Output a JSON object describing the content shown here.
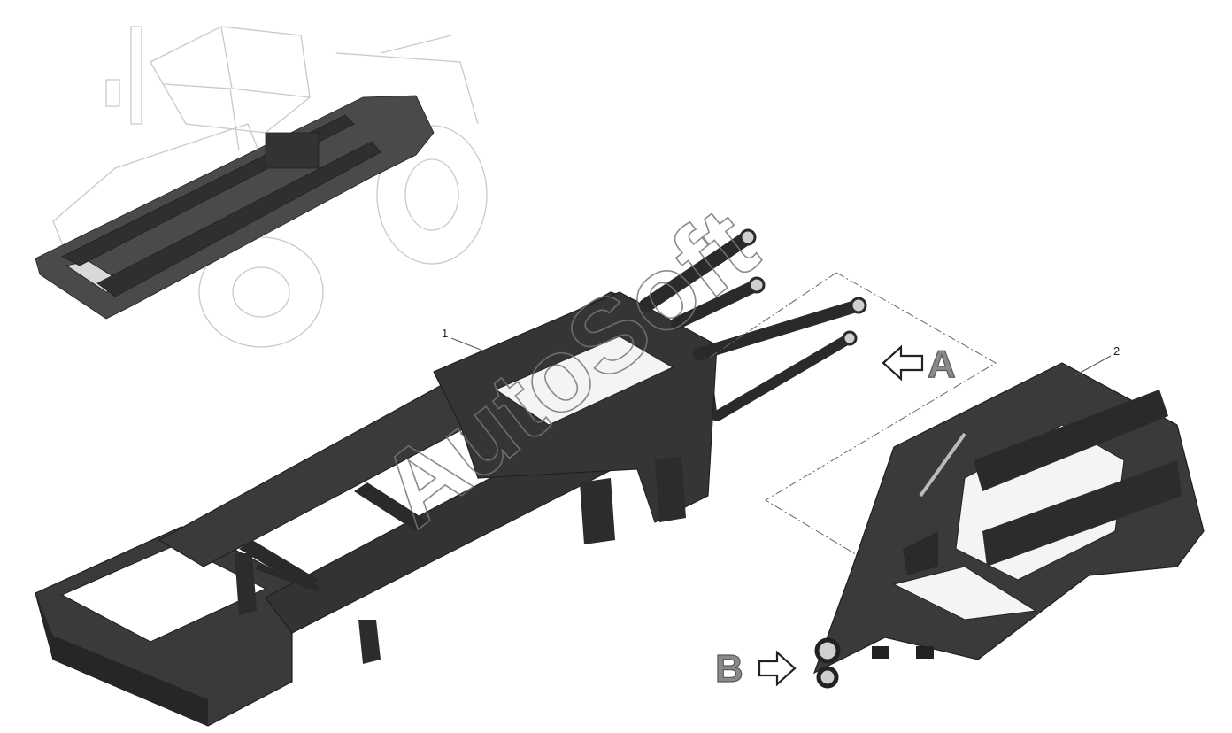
{
  "callouts": {
    "part1": "1",
    "part2": "2"
  },
  "views": {
    "a": "A",
    "b": "B"
  },
  "watermark": "AutoSoft",
  "colors": {
    "frame": "#3a3a3a",
    "frame_dark": "#262626",
    "frame_light": "#555555",
    "ghost": "#c9c9c9",
    "leader": "#555555",
    "arrow_fill": "#ffffff",
    "arrow_stroke": "#222222"
  }
}
